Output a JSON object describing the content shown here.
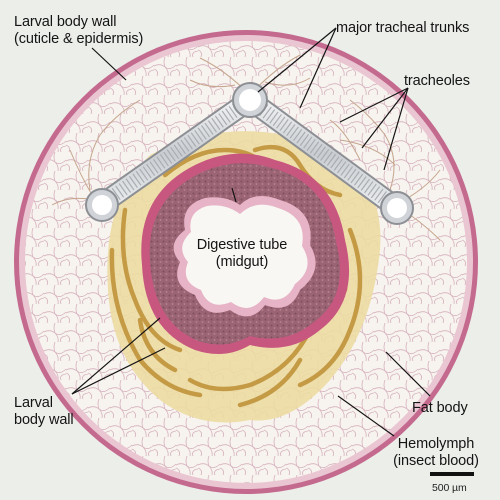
{
  "labels": {
    "body_wall_top": [
      "Larval body wall",
      "(cuticle & epidermis)"
    ],
    "major_tracheal_trunks": "major tracheal trunks",
    "tracheoles": "tracheoles",
    "digestive_tube": [
      "Digestive tube",
      "(midgut)"
    ],
    "body_wall_bottom": [
      "Larval",
      "body wall"
    ],
    "fat_body": "Fat body",
    "hemolymph": [
      "Hemolymph",
      "(insect blood)"
    ]
  },
  "scale_bar": {
    "label": "500 µm"
  },
  "colors": {
    "background": "#eceeea",
    "cuticle": "#c46a8e",
    "epidermis": "#e7c3cf",
    "fat_body": "#f6f1ec",
    "fat_body_lines": "#cfa5b4",
    "hemolymph": "#ecdca2",
    "gut_outer": "#c8577f",
    "gut_tissue": "#9c6a78",
    "lumen": "#f8f7f4",
    "tubules": "#c49a45",
    "trachea": "#d8dcdf",
    "trachea_edge": "#8c8f94"
  }
}
